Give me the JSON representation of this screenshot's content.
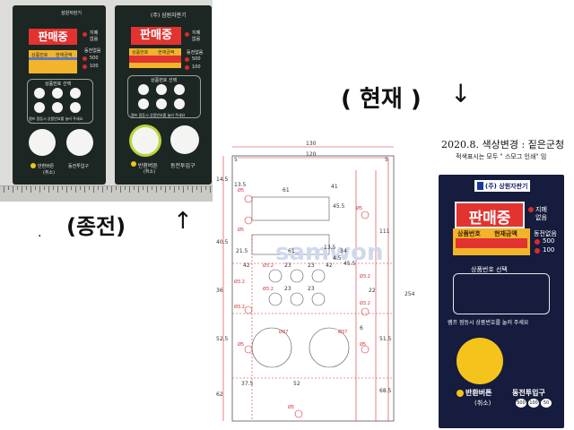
{
  "captions": {
    "current": "( 현재 )",
    "current_arrow": "↓",
    "previous": "(종전)",
    "previous_arrow": "↑",
    "change_note": "2020.8. 색상변경 : 짙은군청",
    "color_note": "적색표시는 모두 \" 스모그 인쇄\" 임",
    "dot": "."
  },
  "old_panel_left": {
    "logo": "삼원자판기",
    "display": "판매중",
    "lamp_labels": [
      "지폐",
      "없음",
      "동전없음",
      "500",
      "100"
    ],
    "amber_labels": [
      "상품번호",
      "현재금액"
    ],
    "select_label": "상품번호 선택",
    "hint": "램프 점등시 상품번호를 눌러 주세요",
    "return_label": "반환버튼",
    "return_sub": "(취소)",
    "coin_label": "동전투입구"
  },
  "old_panel_right": {
    "logo": "(주) 삼원자판기",
    "display": "판매중",
    "lamp_labels": [
      "지폐",
      "없음",
      "동전없음",
      "500",
      "100"
    ],
    "amber_labels": [
      "상품번호",
      "현재금액"
    ],
    "select_label": "상품번호 선택",
    "hint": "램프 점등시 상품번호를 눌러 주세요",
    "return_label": "반환버튼",
    "return_sub": "(취소)",
    "coin_label": "동전투입구"
  },
  "drawing": {
    "watermark": "samwon",
    "dims_top": [
      "130",
      "120",
      "5",
      "5",
      "61",
      "13.5",
      "41",
      "45.5"
    ],
    "dims_mid": [
      "21.5",
      "61",
      "13.5",
      "34",
      "42",
      "23",
      "23",
      "45.5",
      "42",
      "4.5",
      "23",
      "23"
    ],
    "dims_left": [
      "14.5",
      "40.5",
      "36",
      "52.5",
      "62",
      "37.5",
      "52"
    ],
    "dims_right": [
      "111",
      "254",
      "22",
      "51.5",
      "6",
      "68.5"
    ],
    "dims_holes": [
      "Ø5",
      "Ø5",
      "Ø3.2",
      "Ø3.2",
      "Ø3.2",
      "Ø3.2",
      "Ø3.2",
      "Ø3.2",
      "Ø37",
      "Ø37",
      "Ø5",
      "Ø5",
      "Ø5",
      "Ø5"
    ]
  },
  "new_panel": {
    "logo": "(주) 상원자판기",
    "display": "판매중",
    "bill_label_1": "지폐",
    "bill_label_2": "없음",
    "coin_empty": "동전없음",
    "coin_500": "500",
    "coin_100": "100",
    "amber_left": "상품번호",
    "amber_right": "현재금액",
    "select_label": "상품번호 선택",
    "hint": "램프 점등시 상품번호를 눌러 주세요",
    "return_label": "반환버튼",
    "return_sub": "(취소)",
    "coin_label": "동전투입구",
    "coins": [
      "500",
      "100",
      "50"
    ]
  },
  "colors": {
    "new_panel_bg": "#151c3d",
    "display_red": "#e23330",
    "amber": "#f1b42a",
    "button_yellow": "#f4c41c",
    "old_panel_bg": "#1c2622",
    "drawing_red": "#d22d36"
  }
}
